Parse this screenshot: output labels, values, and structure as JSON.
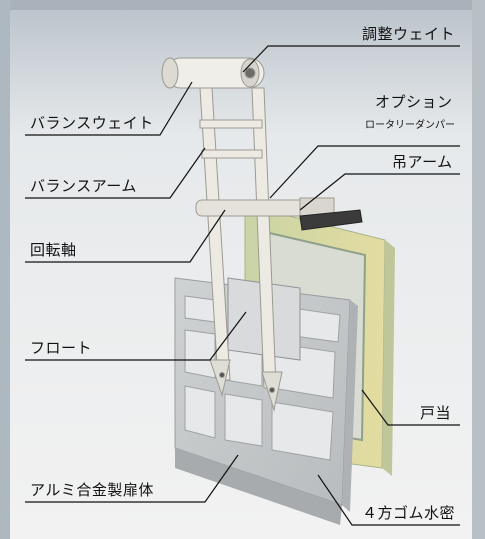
{
  "labels": {
    "adjust_weight": "調整ウェイト",
    "balance_weight": "バランスウェイト",
    "option": "オプション",
    "rotary_damper": "ロータリーダンパー",
    "balance_arm": "バランスアーム",
    "hanging_arm": "吊アーム",
    "rotation_shaft": "回転軸",
    "float": "フロート",
    "door_stop": "戸当",
    "door_body": "アルミ合金製扉体",
    "rubber_seal": "４方ゴム水密"
  }
}
